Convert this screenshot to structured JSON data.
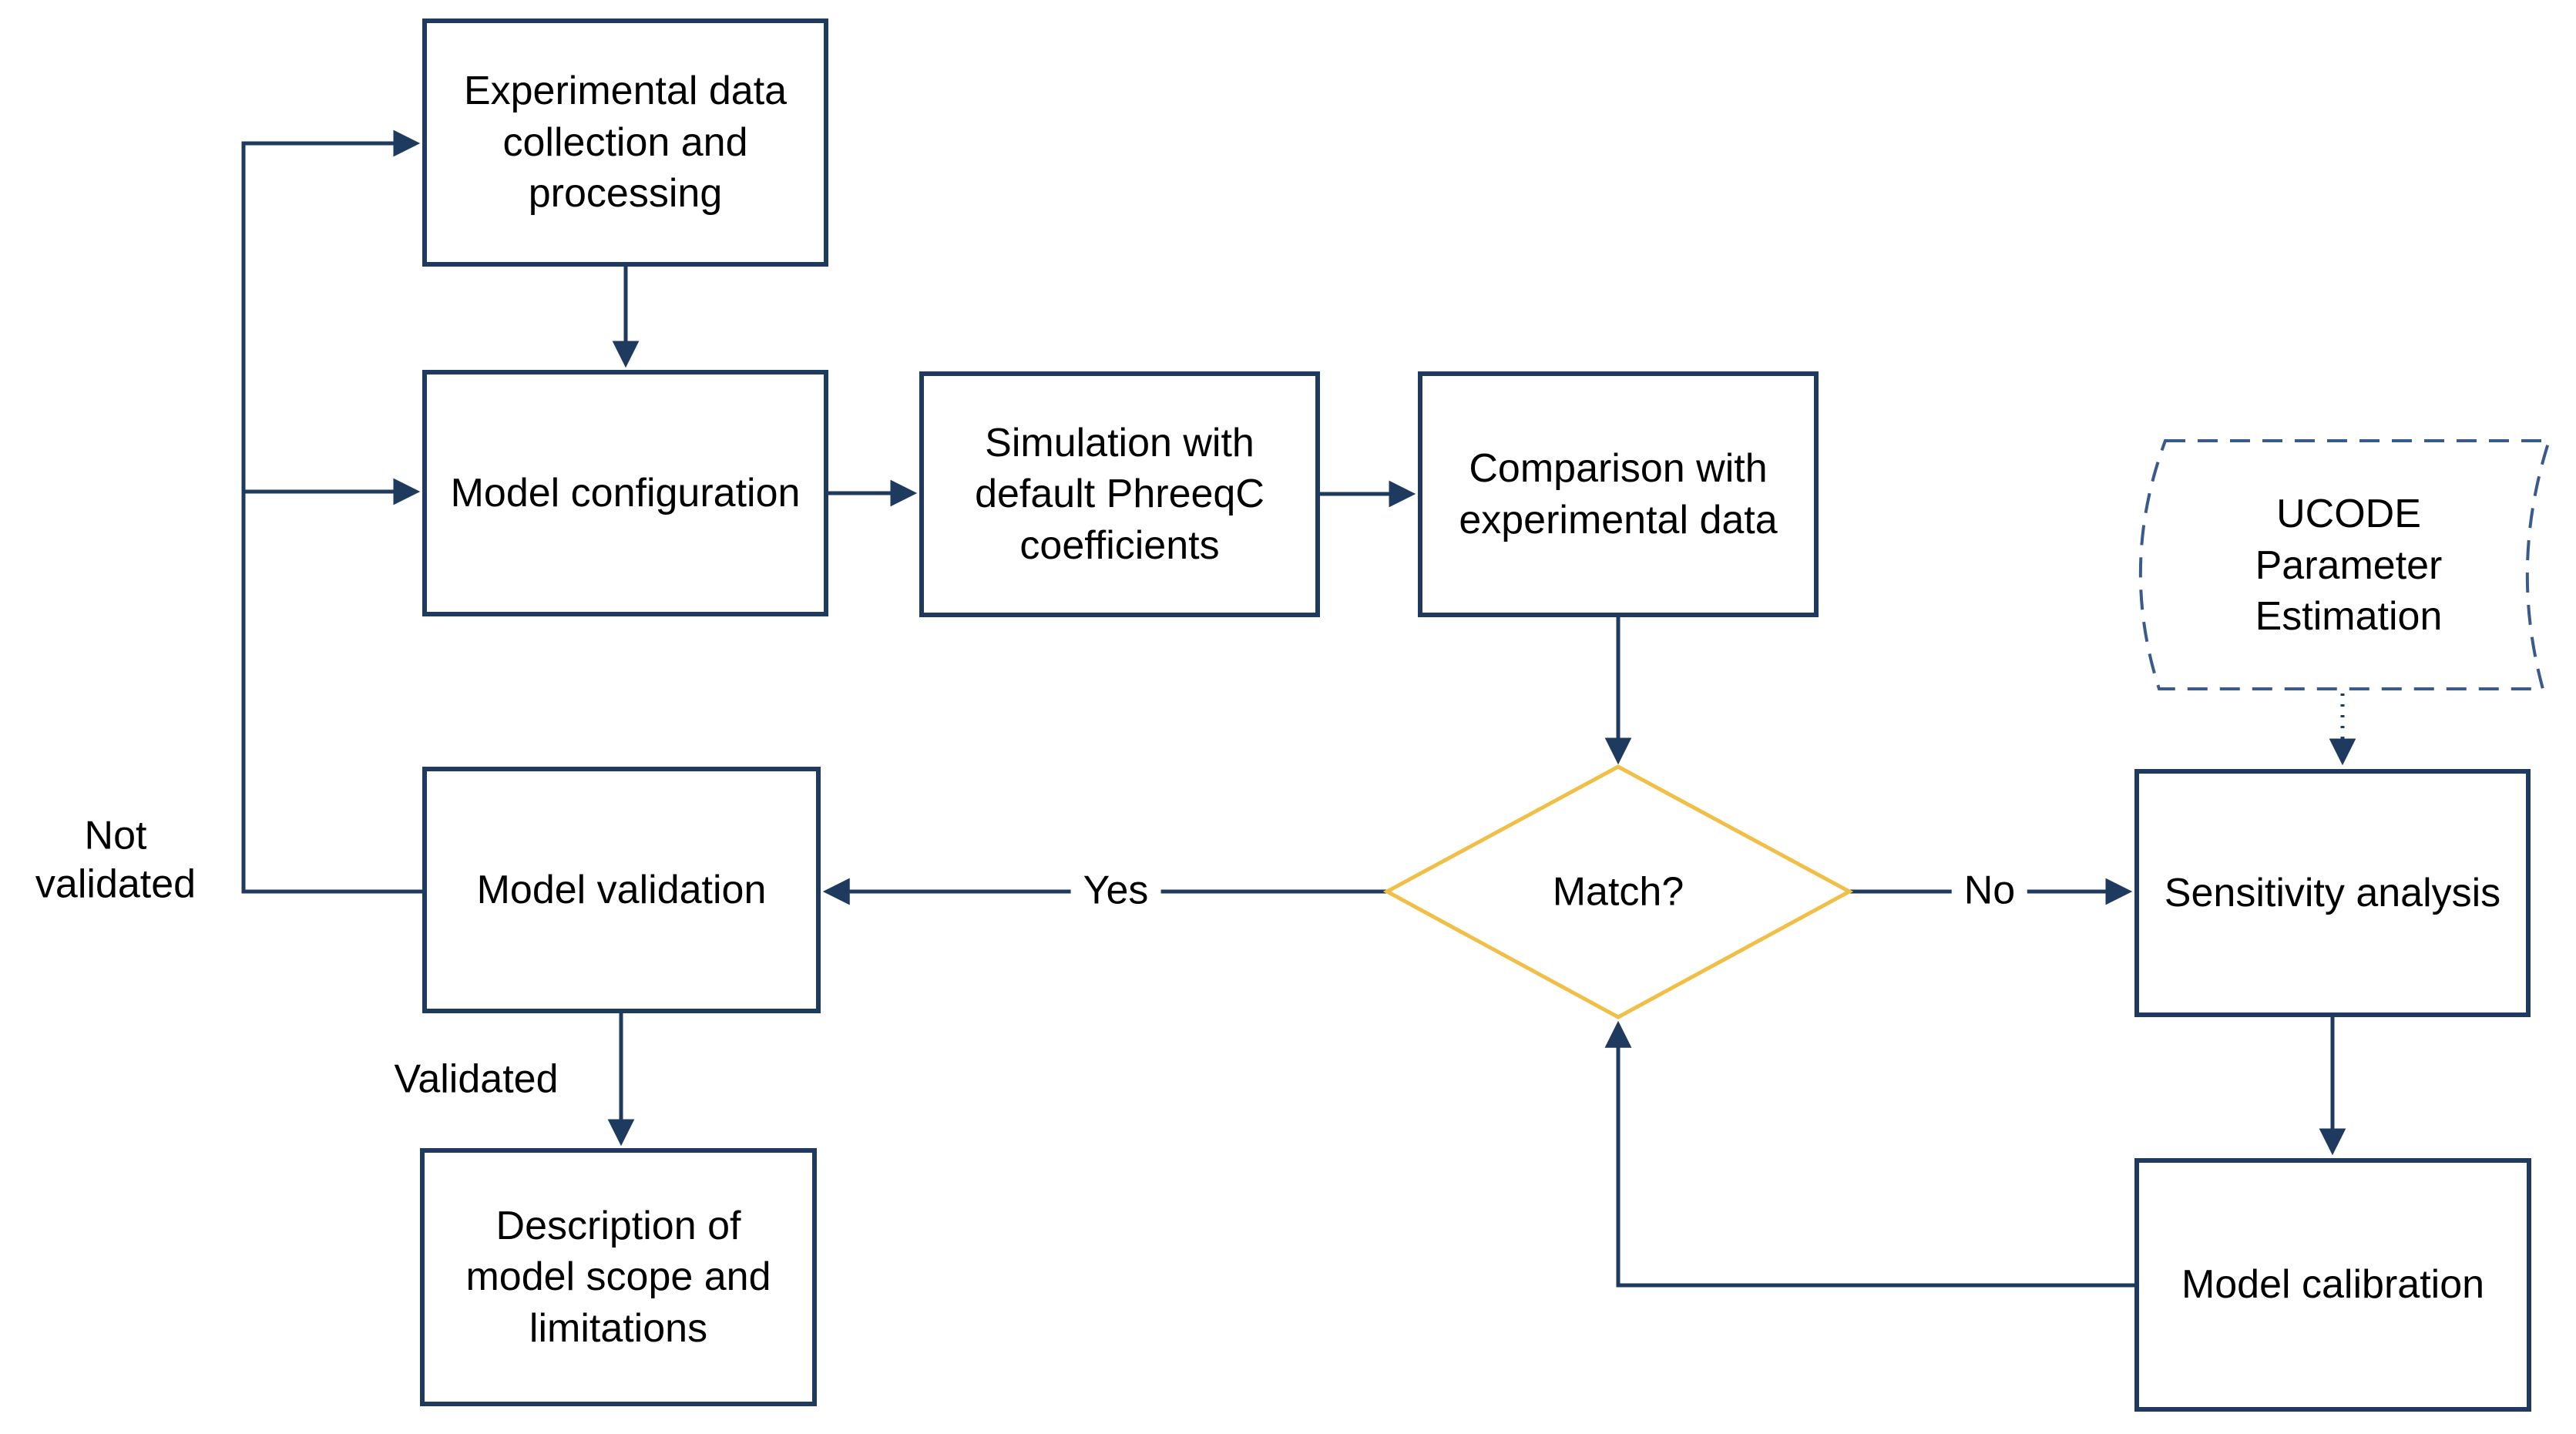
{
  "diagram": {
    "background": "#ffffff",
    "colors": {
      "box_border": "#1f3a5f",
      "connector": "#1f3a5f",
      "decision_border": "#f0bf47",
      "ucode_border": "#3a5a8c",
      "text": "#000000"
    },
    "nodes": {
      "experimental_data": {
        "type": "process",
        "label": "Experimental data\ncollection and\nprocessing"
      },
      "model_configuration": {
        "type": "process",
        "label": "Model configuration"
      },
      "simulation": {
        "type": "process",
        "label": "Simulation with\ndefault PhreeqC\ncoefficients"
      },
      "comparison": {
        "type": "process",
        "label": "Comparison with\nexperimental data"
      },
      "ucode": {
        "type": "stored-data",
        "label": "UCODE\nParameter\nEstimation"
      },
      "match": {
        "type": "decision",
        "label": "Match?"
      },
      "model_validation": {
        "type": "process",
        "label": "Model validation"
      },
      "sensitivity_analysis": {
        "type": "process",
        "label": "Sensitivity analysis"
      },
      "description": {
        "type": "process",
        "label": "Description of\nmodel scope and\nlimitations"
      },
      "model_calibration": {
        "type": "process",
        "label": "Model calibration"
      }
    },
    "labels": {
      "yes": "Yes",
      "no": "No",
      "not_validated": "Not\nvalidated",
      "validated": "Validated"
    },
    "edges": [
      {
        "from": "experimental_data",
        "to": "model_configuration",
        "label": ""
      },
      {
        "from": "model_configuration",
        "to": "simulation",
        "label": ""
      },
      {
        "from": "simulation",
        "to": "comparison",
        "label": ""
      },
      {
        "from": "comparison",
        "to": "match",
        "label": ""
      },
      {
        "from": "match",
        "to": "model_validation",
        "label": "Yes"
      },
      {
        "from": "match",
        "to": "sensitivity_analysis",
        "label": "No"
      },
      {
        "from": "ucode",
        "to": "sensitivity_analysis",
        "label": "",
        "style": "dotted"
      },
      {
        "from": "sensitivity_analysis",
        "to": "model_calibration",
        "label": ""
      },
      {
        "from": "model_calibration",
        "to": "match",
        "label": ""
      },
      {
        "from": "model_validation",
        "to": "description",
        "label": "Validated"
      },
      {
        "from": "model_validation",
        "to": "experimental_data",
        "label": "Not validated"
      },
      {
        "from": "model_validation",
        "to": "model_configuration",
        "label": "Not validated"
      }
    ]
  }
}
